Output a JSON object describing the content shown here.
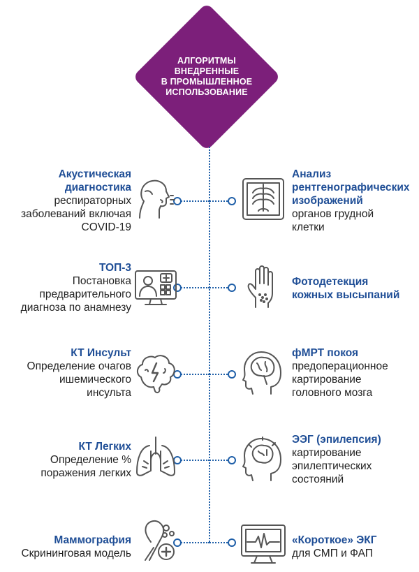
{
  "header": {
    "line1": "АЛГОРИТМЫ",
    "line2": "ВНЕДРЕННЫЕ",
    "line3": "В ПРОМЫШЛЕННОЕ",
    "line4": "ИСПОЛЬЗОВАНИЕ"
  },
  "colors": {
    "accent": "#7c1f7a",
    "title": "#1f4e96",
    "line": "#1f5fa8",
    "icon": "#555555"
  },
  "left": [
    {
      "title_lines": [
        "Акустическая",
        "диагностика"
      ],
      "desc_lines": [
        "респираторных",
        "заболеваний включая",
        "COVID-19"
      ],
      "icon": "cough-face-icon"
    },
    {
      "title_lines": [
        "ТОП-3"
      ],
      "desc_lines": [
        "Постановка",
        "предварительного",
        "диагноза по анамнезу"
      ],
      "icon": "telemedicine-doctor-icon"
    },
    {
      "title_lines": [
        "КТ Инсульт"
      ],
      "desc_lines": [
        "Определение очагов",
        "ишемического",
        "инсульта"
      ],
      "icon": "brain-stroke-icon"
    },
    {
      "title_lines": [
        "КТ Легких"
      ],
      "desc_lines": [
        "Определение %",
        "поражения легких"
      ],
      "icon": "lungs-icon"
    },
    {
      "title_lines": [
        "Маммография"
      ],
      "desc_lines": [
        "Скрининговая модель"
      ],
      "icon": "ribbon-icon"
    }
  ],
  "right": [
    {
      "title_lines": [
        "Анализ",
        "рентгенографических",
        "изображений"
      ],
      "desc_lines": [
        "органов грудной",
        "клетки"
      ],
      "icon": "chest-xray-icon"
    },
    {
      "title_lines": [
        "Фотодетекция",
        "кожных высыпаний"
      ],
      "desc_lines": [],
      "icon": "hand-rash-icon"
    },
    {
      "title_lines": [
        "фМРТ покоя"
      ],
      "desc_lines": [
        "предоперационное",
        "картирование",
        "головного мозга"
      ],
      "icon": "head-brain-icon"
    },
    {
      "title_lines": [
        "ЭЭГ (эпилепсия)"
      ],
      "desc_lines": [
        "картирование",
        "эпилептических",
        "состояний"
      ],
      "icon": "head-eeg-icon"
    },
    {
      "title_lines": [
        "«Короткое» ЭКГ"
      ],
      "desc_lines": [
        "для СМП и ФАП"
      ],
      "icon": "ecg-monitor-icon"
    }
  ]
}
